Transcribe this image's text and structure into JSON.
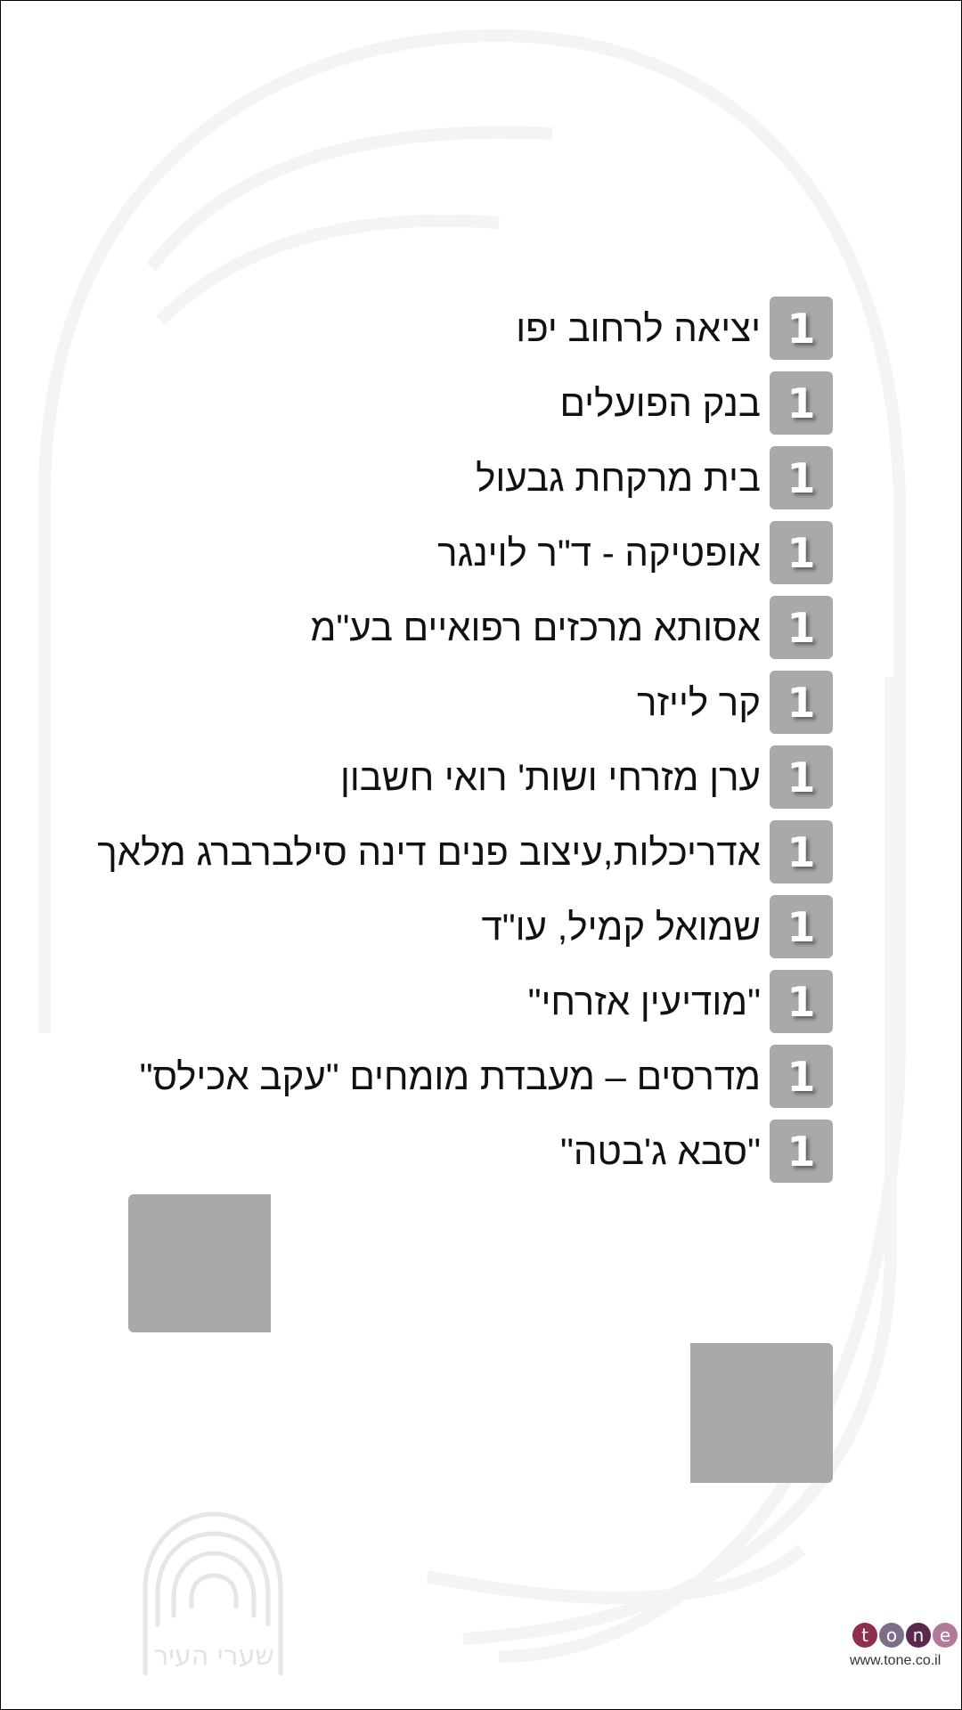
{
  "items": [
    {
      "number": "1",
      "label": "יציאה לרחוב יפו"
    },
    {
      "number": "1",
      "label": "בנק הפועלים"
    },
    {
      "number": "1",
      "label": "בית מרקחת גבעול"
    },
    {
      "number": "1",
      "label": "אופטיקה - ד\"ר לוינגר"
    },
    {
      "number": "1",
      "label": "אסותא מרכזים רפואיים בע\"מ"
    },
    {
      "number": "1",
      "label": "קר לייזר"
    },
    {
      "number": "1",
      "label": "ערן מזרחי ושות' רואי חשבון"
    },
    {
      "number": "1",
      "label": "אדריכלות,עיצוב פנים דינה סילברברג מלאך"
    },
    {
      "number": "1",
      "label": "שמואל קמיל, עו\"ד"
    },
    {
      "number": "1",
      "label": "\"מודיעין אזרחי\""
    },
    {
      "number": "1",
      "label": "מדרסים – מעבדת מומחים \"עקב אכילס\""
    },
    {
      "number": "1",
      "label": "\"סבא ג'בטה\""
    }
  ],
  "logo": {
    "text": "שערי העיר"
  },
  "tone": {
    "letters": [
      "t",
      "o",
      "n",
      "e"
    ],
    "colors": [
      "#8e2f4e",
      "#7d6e8c",
      "#5a2a4e",
      "#b07a9a"
    ],
    "url": "www.tone.co.il"
  },
  "colors": {
    "badge": "#a9a9a9"
  }
}
